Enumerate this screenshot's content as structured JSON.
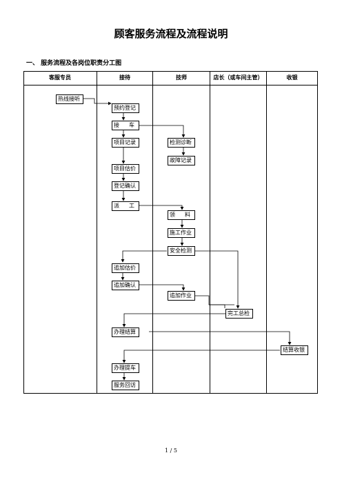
{
  "title": "顾客服务流程及流程说明",
  "section_heading": "一、 服务流程及各岗位职责分工图",
  "columns": [
    "客服专员",
    "接待",
    "技师",
    "店长（或车间主管）",
    "收银"
  ],
  "nodes": {
    "hotline": "热线接听",
    "booking": "预约登记",
    "pickup": [
      "接",
      "车"
    ],
    "item_record": "项目记录",
    "inspection": "检测诊断",
    "fault_record": "故障记录",
    "item_estimate": "项目估价",
    "registration_confirm": "登记确认",
    "dispatch": [
      "派",
      "工"
    ],
    "parts": [
      "领",
      "料"
    ],
    "construction": "施工作业",
    "safety_check": "安全检测",
    "extra_estimate": "追加估价",
    "extra_confirm": "追加确认",
    "extra_work": "追加作业",
    "final_inspection": "完工总检",
    "settlement": "办理结算",
    "cashier_settle": "结算收银",
    "vehicle_pickup": "办理提车",
    "followup": "服务回访"
  },
  "footer": "1 / 5"
}
